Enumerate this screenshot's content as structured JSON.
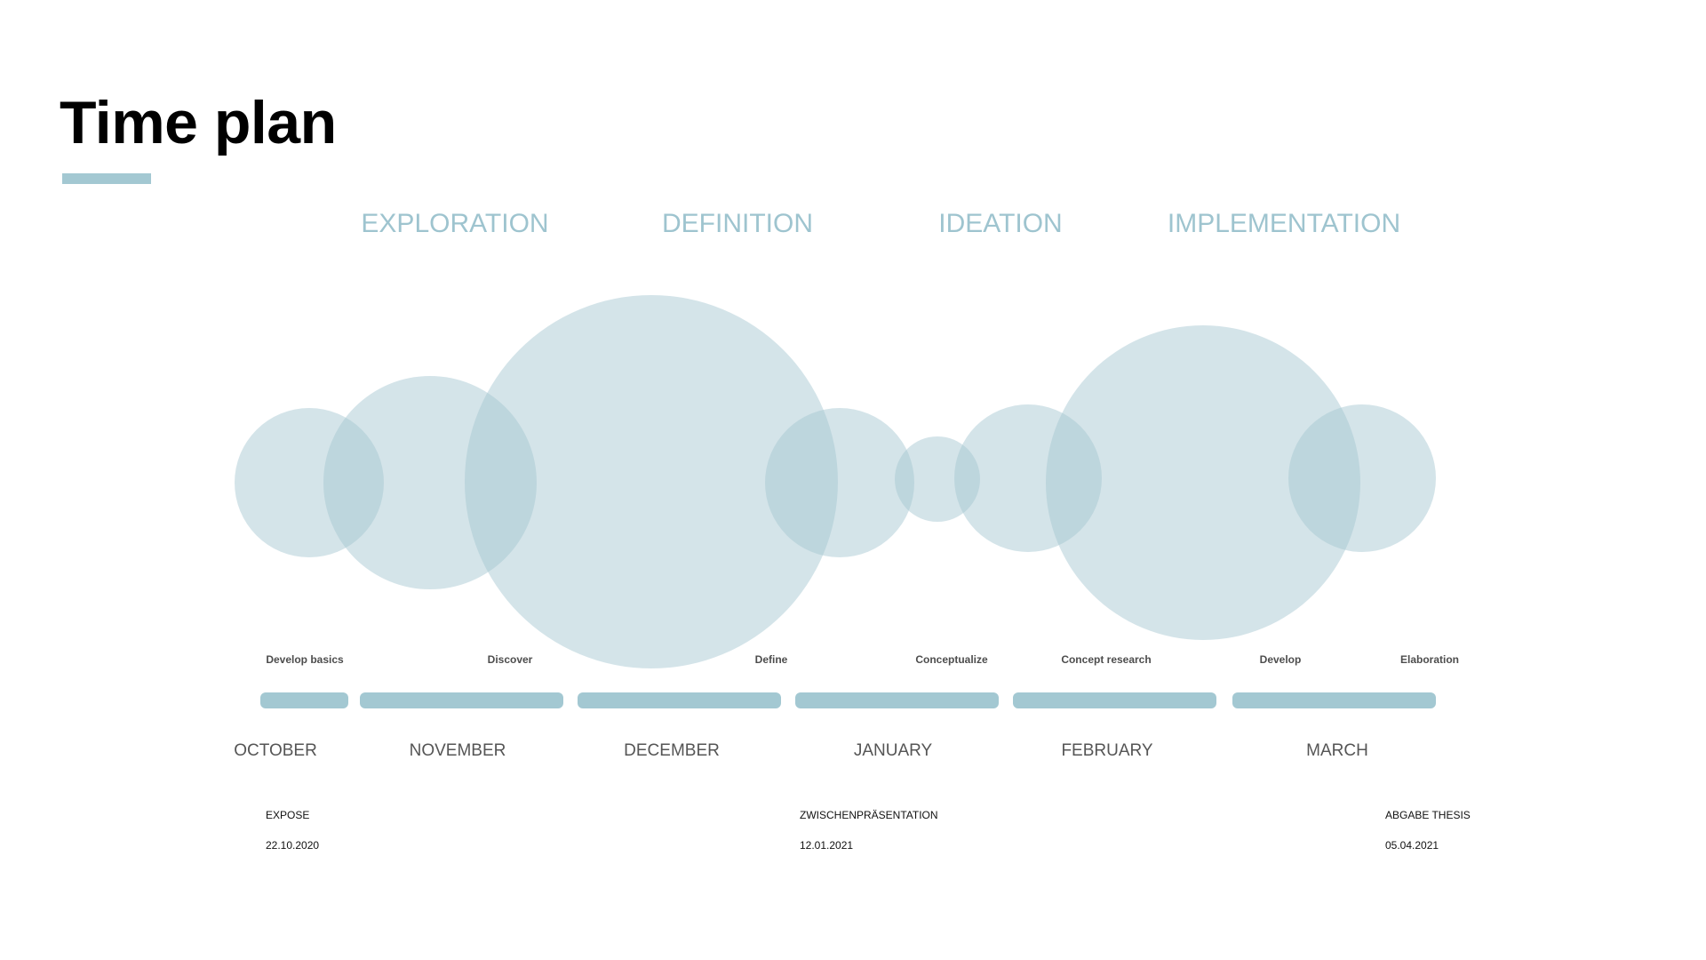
{
  "title": "Time plan",
  "colors": {
    "accent": "#a3c8d2",
    "phase_text": "#9ec4cf",
    "bubble_fill": "#a5c7d2"
  },
  "phases": [
    "EXPLORATION",
    "DEFINITION",
    "IDEATION",
    "IMPLEMENTATION"
  ],
  "activities": [
    "Develop basics",
    "Discover",
    "Define",
    "Conceptualize",
    "Concept research",
    "Develop",
    "Elaboration"
  ],
  "months": [
    "OCTOBER",
    "NOVEMBER",
    "DECEMBER",
    "JANUARY",
    "FEBRUARY",
    "MARCH"
  ],
  "milestones": [
    {
      "name": "EXPOSE",
      "date": "22.10.2020"
    },
    {
      "name": "ZWISCHENPRÄSENTATION",
      "date": "12.01.2021"
    },
    {
      "name": "ABGABE THESIS",
      "date": "05.04.2021"
    }
  ]
}
